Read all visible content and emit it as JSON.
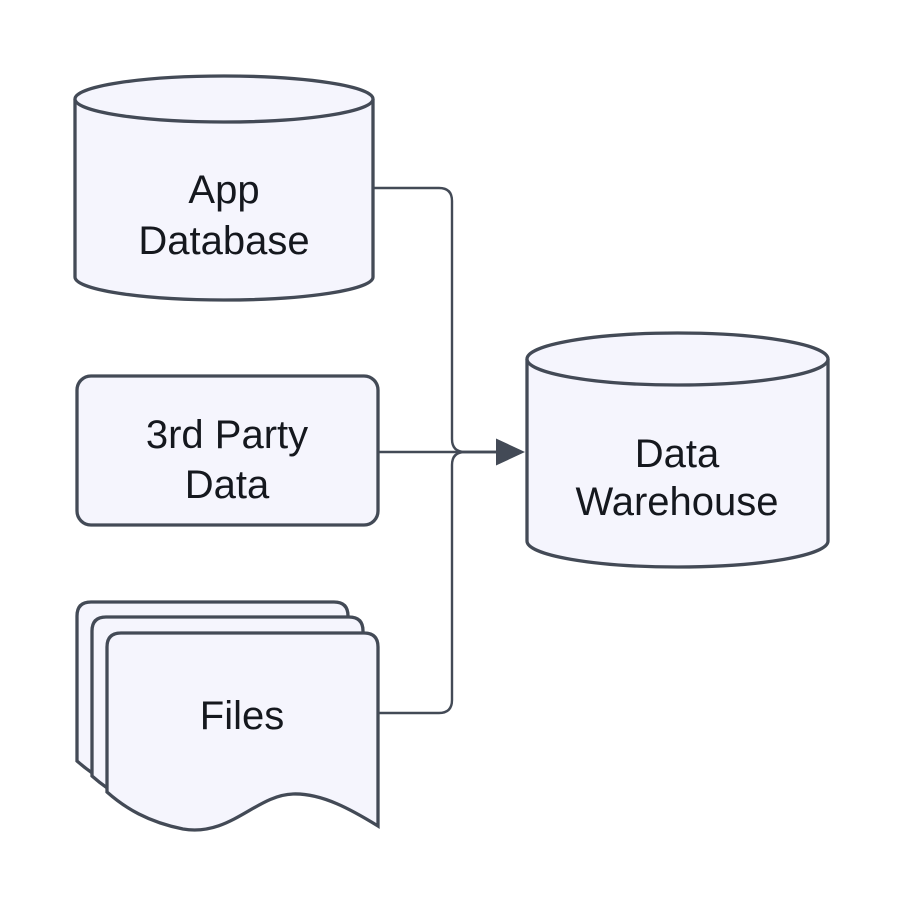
{
  "diagram": {
    "type": "data-flow",
    "direction": "left-to-right",
    "nodes": [
      {
        "id": "app-database",
        "shape": "cylinder",
        "label": "App Database",
        "lines": [
          "App",
          "Database"
        ]
      },
      {
        "id": "third-party-data",
        "shape": "rounded-rectangle",
        "label": "3rd Party Data",
        "lines": [
          "3rd Party",
          "Data"
        ]
      },
      {
        "id": "files",
        "shape": "document-stack",
        "label": "Files",
        "lines": [
          "Files"
        ]
      },
      {
        "id": "data-warehouse",
        "shape": "cylinder",
        "label": "Data Warehouse",
        "lines": [
          "Data",
          "Warehouse"
        ]
      }
    ],
    "edges": [
      {
        "from": "app-database",
        "to": "data-warehouse",
        "arrow": true
      },
      {
        "from": "third-party-data",
        "to": "data-warehouse",
        "arrow": true
      },
      {
        "from": "files",
        "to": "data-warehouse",
        "arrow": true
      }
    ],
    "colors": {
      "background": "#ffffff",
      "node_fill": "#f5f5fd",
      "node_stroke": "#434a56",
      "connector": "#434a56",
      "text": "#15181e"
    }
  }
}
